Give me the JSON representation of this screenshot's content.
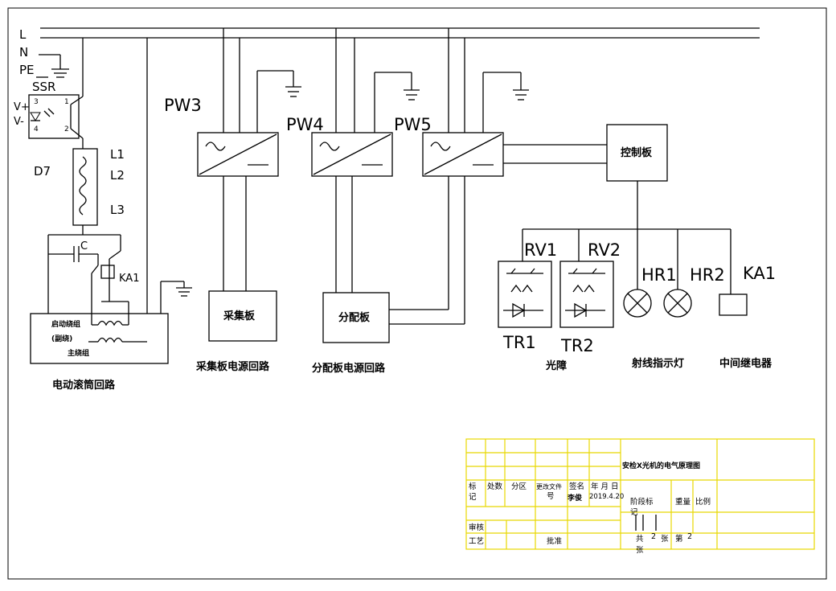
{
  "power": {
    "l": "L",
    "n": "N",
    "pe": "PE"
  },
  "ssr": {
    "label": "SSR",
    "v_pos": "V+",
    "v_neg": "V-",
    "pin1": "1",
    "pin2": "2",
    "pin3": "3",
    "pin4": "4"
  },
  "heater": {
    "label": "D7",
    "l1": "L1",
    "l2": "L2",
    "l3": "L3"
  },
  "capacitor": "C",
  "relay_contact": "KA1",
  "motor": {
    "start_winding": "启动绕组",
    "start_note": "(副绕)",
    "main_winding": "主绕组"
  },
  "supplies": {
    "pw3": "PW3",
    "pw4": "PW4",
    "pw5": "PW5"
  },
  "boards": {
    "control": "控制板",
    "acquisition": "采集板",
    "distribution": "分配板"
  },
  "components": {
    "rv1": "RV1",
    "rv2": "RV2",
    "tr1": "TR1",
    "tr2": "TR2",
    "hr1": "HR1",
    "hr2": "HR2",
    "ka1": "KA1"
  },
  "captions": {
    "drum": "电动滚筒回路",
    "acq": "采集板电源回路",
    "dist": "分配板电源回路",
    "light": "光障",
    "ray": "射线指示灯",
    "relay": "中间继电器"
  },
  "title_block": {
    "title": "安检X光机的电气原理图",
    "biao": "标",
    "ji": "记",
    "chushu": "处数",
    "fenqu": "分区",
    "gengai": "更改文件",
    "hao": "号",
    "qianming": "签名",
    "date_label": "年 月 日",
    "designer": "李俊",
    "date": "2019.4.20",
    "jieduan": "阶段标",
    "ji2": "记",
    "zhongliang": "重量",
    "bili": "比例",
    "shenhe": "审核",
    "gongyi": "工艺",
    "pizhun": "批准",
    "gong": "共",
    "total": "2",
    "zhang": "张",
    "di": "第",
    "page": "2",
    "zhang2": "张"
  }
}
